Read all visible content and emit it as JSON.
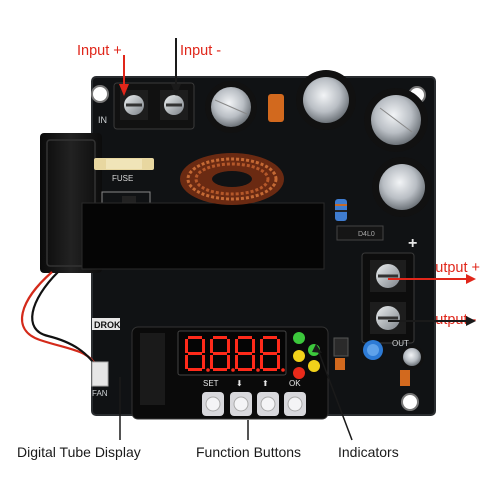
{
  "labels": {
    "input_plus": "Input +",
    "input_minus": "Input -",
    "output_plus": "Output +",
    "output_minus": "Output -",
    "digital_tube_display": "Digital Tube Display",
    "function_buttons": "Function Buttons",
    "indicators": "Indicators"
  },
  "board": {
    "display_digits": "8.8.8.8",
    "button_labels": [
      "SET",
      "⬇",
      "⬆",
      "OK"
    ],
    "fuse_label": "FUSE",
    "fan_label": "FAN",
    "brand_label": "DROK",
    "diode_label": "D4L0",
    "in_label": "IN",
    "out_label": "OUT",
    "plus_mark": "+",
    "minus_mark": "-"
  },
  "colors": {
    "pcb": "#101214",
    "display_red": "#ff2a1a",
    "label_red": "#e0261a",
    "indicator_green": "#3cc83c",
    "indicator_yellow": "#f2d21a",
    "indicator_red": "#e82a1a",
    "copper": "#b5582a"
  },
  "icons": [
    "terminal-screw-icon",
    "arrow-icon",
    "led-indicator-icon"
  ]
}
